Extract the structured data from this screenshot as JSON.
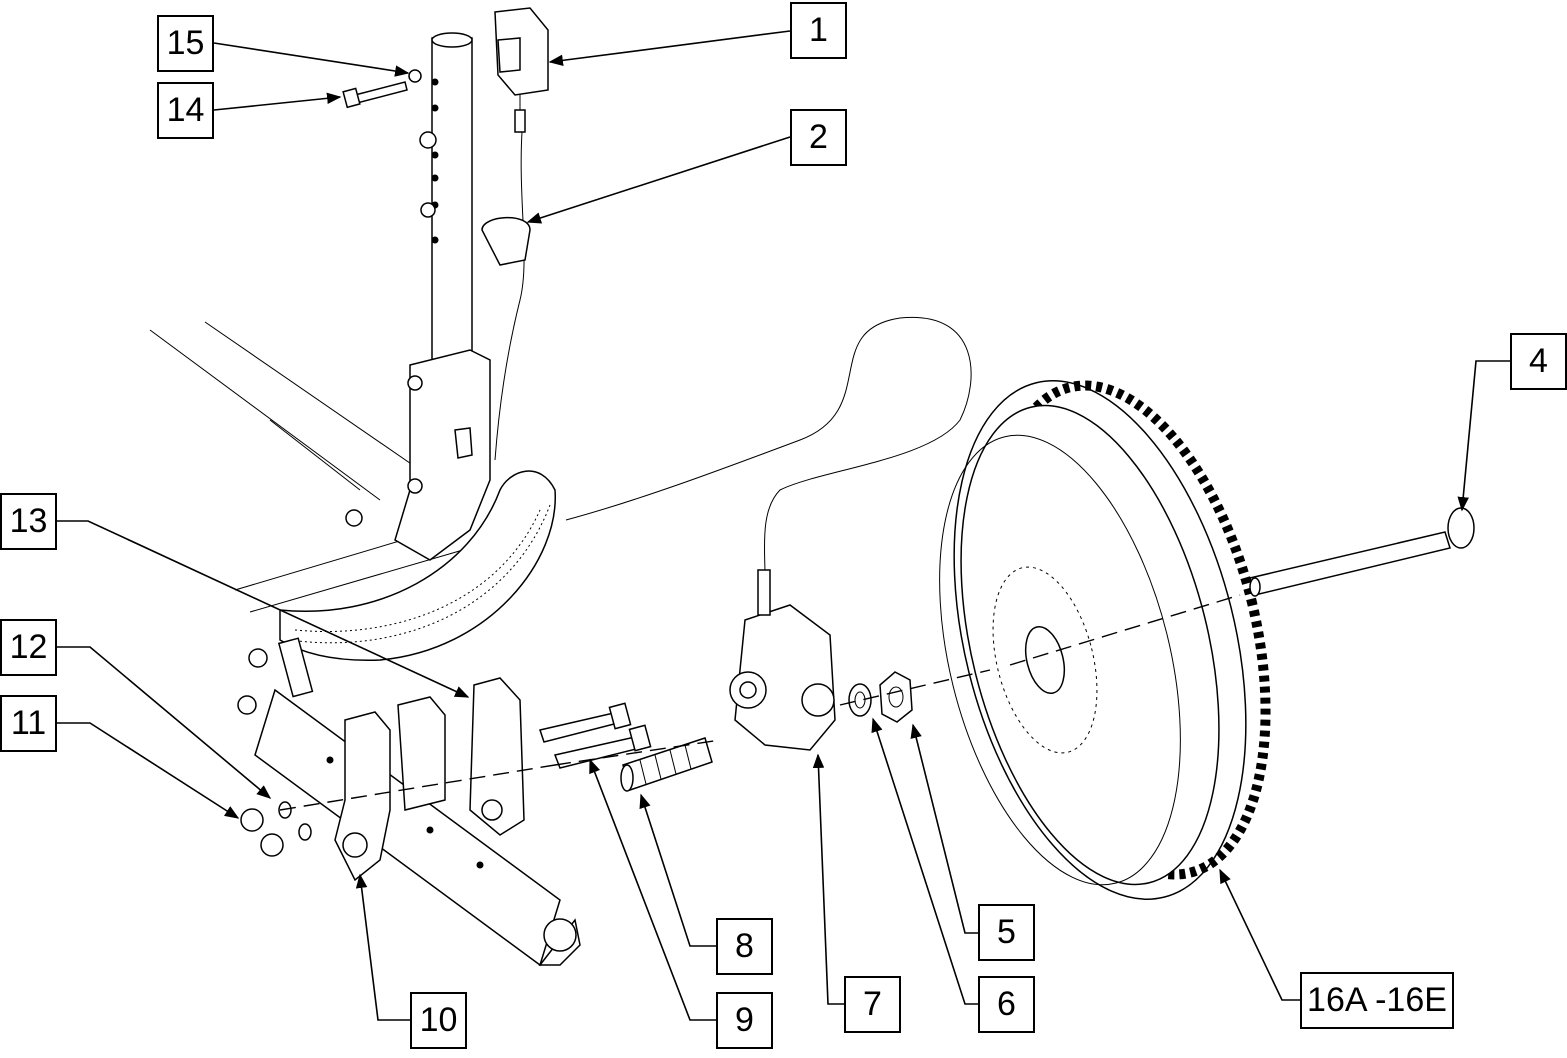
{
  "diagram": {
    "callouts": [
      {
        "id": "c1",
        "label": "1"
      },
      {
        "id": "c2",
        "label": "2"
      },
      {
        "id": "c4",
        "label": "4"
      },
      {
        "id": "c5",
        "label": "5"
      },
      {
        "id": "c6",
        "label": "6"
      },
      {
        "id": "c7",
        "label": "7"
      },
      {
        "id": "c8",
        "label": "8"
      },
      {
        "id": "c9",
        "label": "9"
      },
      {
        "id": "c10",
        "label": "10"
      },
      {
        "id": "c11",
        "label": "11"
      },
      {
        "id": "c12",
        "label": "12"
      },
      {
        "id": "c13",
        "label": "13"
      },
      {
        "id": "c14",
        "label": "14"
      },
      {
        "id": "c15",
        "label": "15"
      },
      {
        "id": "c16",
        "label": "16A -16E"
      }
    ]
  }
}
